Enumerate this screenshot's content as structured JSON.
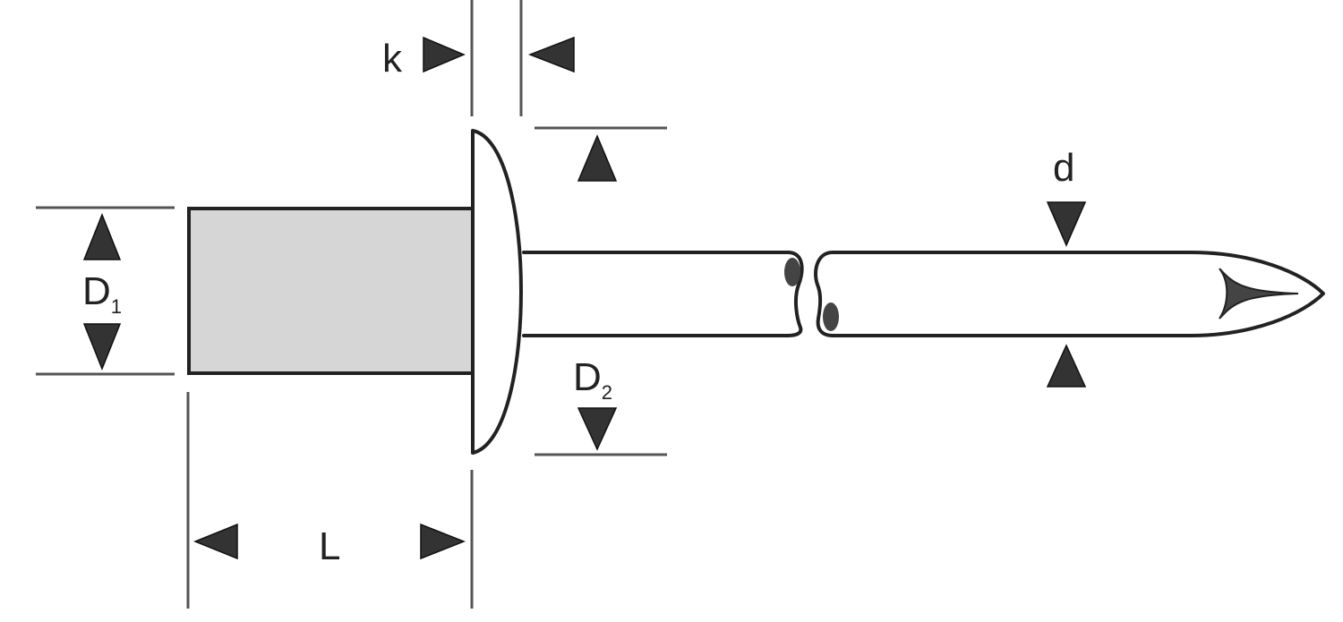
{
  "labels": {
    "k": "k",
    "d": "d",
    "d1_main": "D",
    "d1_sub": "1",
    "d2_main": "D",
    "d2_sub": "2",
    "l": "L"
  },
  "colors": {
    "rivet_body": "#d6d6d6",
    "outline": "#222222",
    "dimension_lines": "#555555",
    "arrows": "#333333",
    "background": "#ffffff"
  }
}
